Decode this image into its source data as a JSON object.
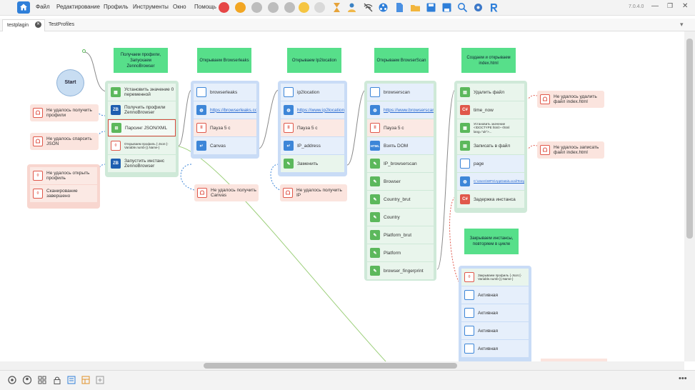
{
  "menu": {
    "items": [
      "Файл",
      "Редактирование",
      "Профиль",
      "Инструменты",
      "Окно",
      "Помощь"
    ],
    "version": "7.0.4.0"
  },
  "tabs": [
    {
      "label": "testplagin"
    },
    {
      "label": "TestProfiles"
    }
  ],
  "canvas": {
    "start_label": "Start",
    "headers": {
      "h1": "Получаем профили, Запускаем ZennoBrowser",
      "h2": "Открываем Browserleaks",
      "h3": "Открываем Ip2location",
      "h4": "Открываем BrowserScan",
      "h5": "Создаем и открываем index.html",
      "h6": "Закрываем инстансы, повторяем в цикле"
    },
    "col1": [
      {
        "text": "Установить значение 0 переменной"
      },
      {
        "text": "Получить профили ZennoBrowser"
      },
      {
        "text": "Парсинг JSON/XML"
      },
      {
        "text": "Открываем профиль {-Json:{-Variable.numb-}}.Name-}"
      },
      {
        "text": "Запустить инстанс ZennoBrowser"
      }
    ],
    "col1_errors": {
      "e1": "Не удалось получить профили",
      "e2": "Не удалось спарсить JSON",
      "e3": "Не удалось открыть профиль",
      "e4": "Сканирование завершено"
    },
    "col2": [
      {
        "text": "browserleaks"
      },
      {
        "text": "https://browserleaks.com/canvas"
      },
      {
        "text": "Пауза 5 с"
      },
      {
        "text": "Canvas"
      }
    ],
    "col2_error": "Не удалось получить Canvas",
    "col3": [
      {
        "text": "ip2location"
      },
      {
        "text": "https://www.ip2location.com/demo"
      },
      {
        "text": "Пауза 5 с"
      },
      {
        "text": "IP_address"
      },
      {
        "text": "Заменить"
      }
    ],
    "col3_error": "Не удалось получить IP",
    "col4": [
      {
        "text": "browserscan"
      },
      {
        "text": "https://www.browserscan.net"
      },
      {
        "text": "Пауза 5 с"
      },
      {
        "text": "Взять DOM"
      },
      {
        "text": "IP_browserscan"
      },
      {
        "text": "Browser"
      },
      {
        "text": "Country_brut"
      },
      {
        "text": "Country"
      },
      {
        "text": "Platform_brut"
      },
      {
        "text": "Platform"
      },
      {
        "text": "browser_fingerprint"
      }
    ],
    "col4_html_icon": "HTML",
    "col5": [
      {
        "text": "Удалить файл"
      },
      {
        "text": "time_now"
      },
      {
        "text": "Установить значение <!DOCTYPE html> <html lang=\"uk\">..."
      },
      {
        "text": "Записать в файл"
      },
      {
        "text": "page"
      },
      {
        "text": "C:\\Users\\WPS\\AppData\\Local\\Temp\\index.html"
      },
      {
        "text": "Задержка инстанса"
      }
    ],
    "col5_errors": {
      "e1": "Не удалось удалить файл index.html",
      "e2": "Не удалось записать файл index.html"
    },
    "col6": [
      {
        "text": "Закрываем профиль {-Json:{-Variable.numb-}}.Name-}"
      },
      {
        "text": "Активная"
      },
      {
        "text": "Активная"
      },
      {
        "text": "Активная"
      },
      {
        "text": "Активная"
      }
    ],
    "icon_labels": {
      "zb": "ZB",
      "cs": "C#"
    }
  },
  "colors": {
    "accent": "#2f7fd9",
    "header_green": "#57df8a",
    "group_green": "#cfe9d8",
    "group_blue": "#c9dcf6",
    "error": "#e0574a"
  }
}
